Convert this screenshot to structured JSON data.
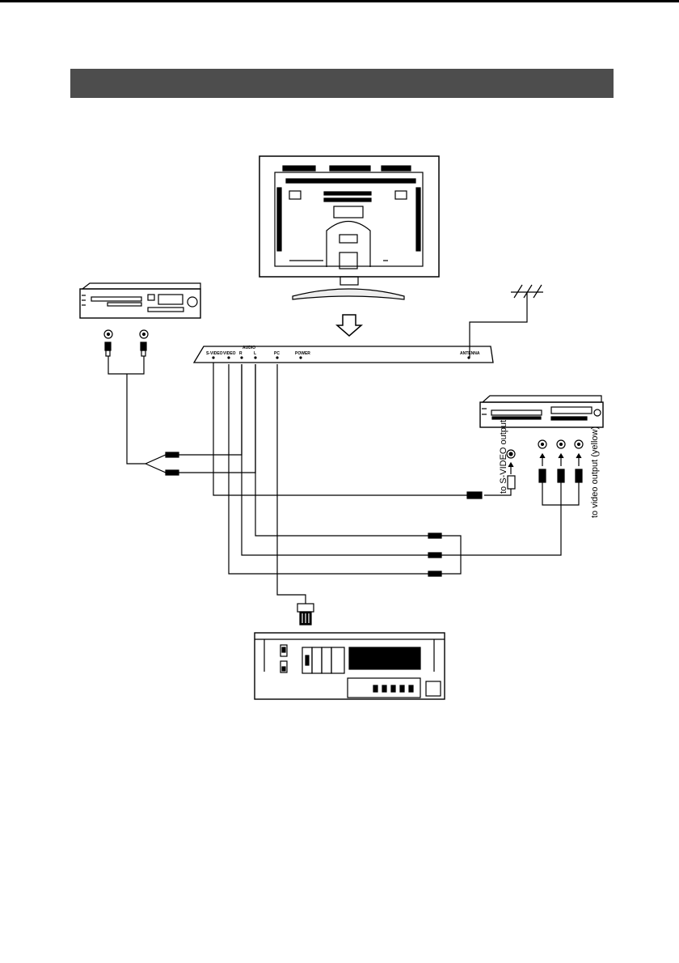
{
  "header": {
    "title": ""
  },
  "panel": {
    "ports": {
      "svideo": "S-VIDEO",
      "video": "VIDEO",
      "audio": "AUDIO",
      "audio_r": "R",
      "audio_l": "L",
      "pc": "PC",
      "power": "POWER",
      "antenna": "ANTENNA"
    }
  },
  "notes": {
    "svideo_output": "to S-VIDEO output",
    "video_output": "to video output (yellow)"
  }
}
